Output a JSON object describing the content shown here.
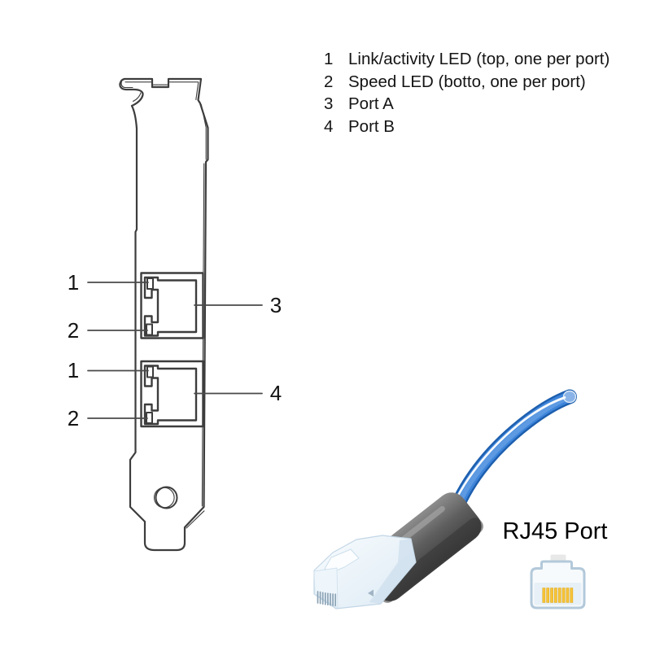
{
  "legend": {
    "items": [
      {
        "num": "1",
        "text": "Link/activity LED (top, one per port)"
      },
      {
        "num": "2",
        "text": "Speed LED (botto, one per port)"
      },
      {
        "num": "3",
        "text": "Port A"
      },
      {
        "num": "4",
        "text": "Port B"
      }
    ]
  },
  "callouts": {
    "port_a_led1": "1",
    "port_a_led2": "2",
    "port_a": "3",
    "port_b_led1": "1",
    "port_b_led2": "2",
    "port_b": "4"
  },
  "rj45": {
    "caption": "RJ45 Port"
  },
  "colors": {
    "diagram_line": "#3d3d3d",
    "leader_line": "#4a4a4a",
    "cable_blue": "#3e85da",
    "cable_edge_blue": "#1e5fae",
    "boot_gray": "#565656",
    "connector_white": "#eef5fa",
    "pin_gold": "#f6c437",
    "port_icon_border": "#b3c9da"
  }
}
